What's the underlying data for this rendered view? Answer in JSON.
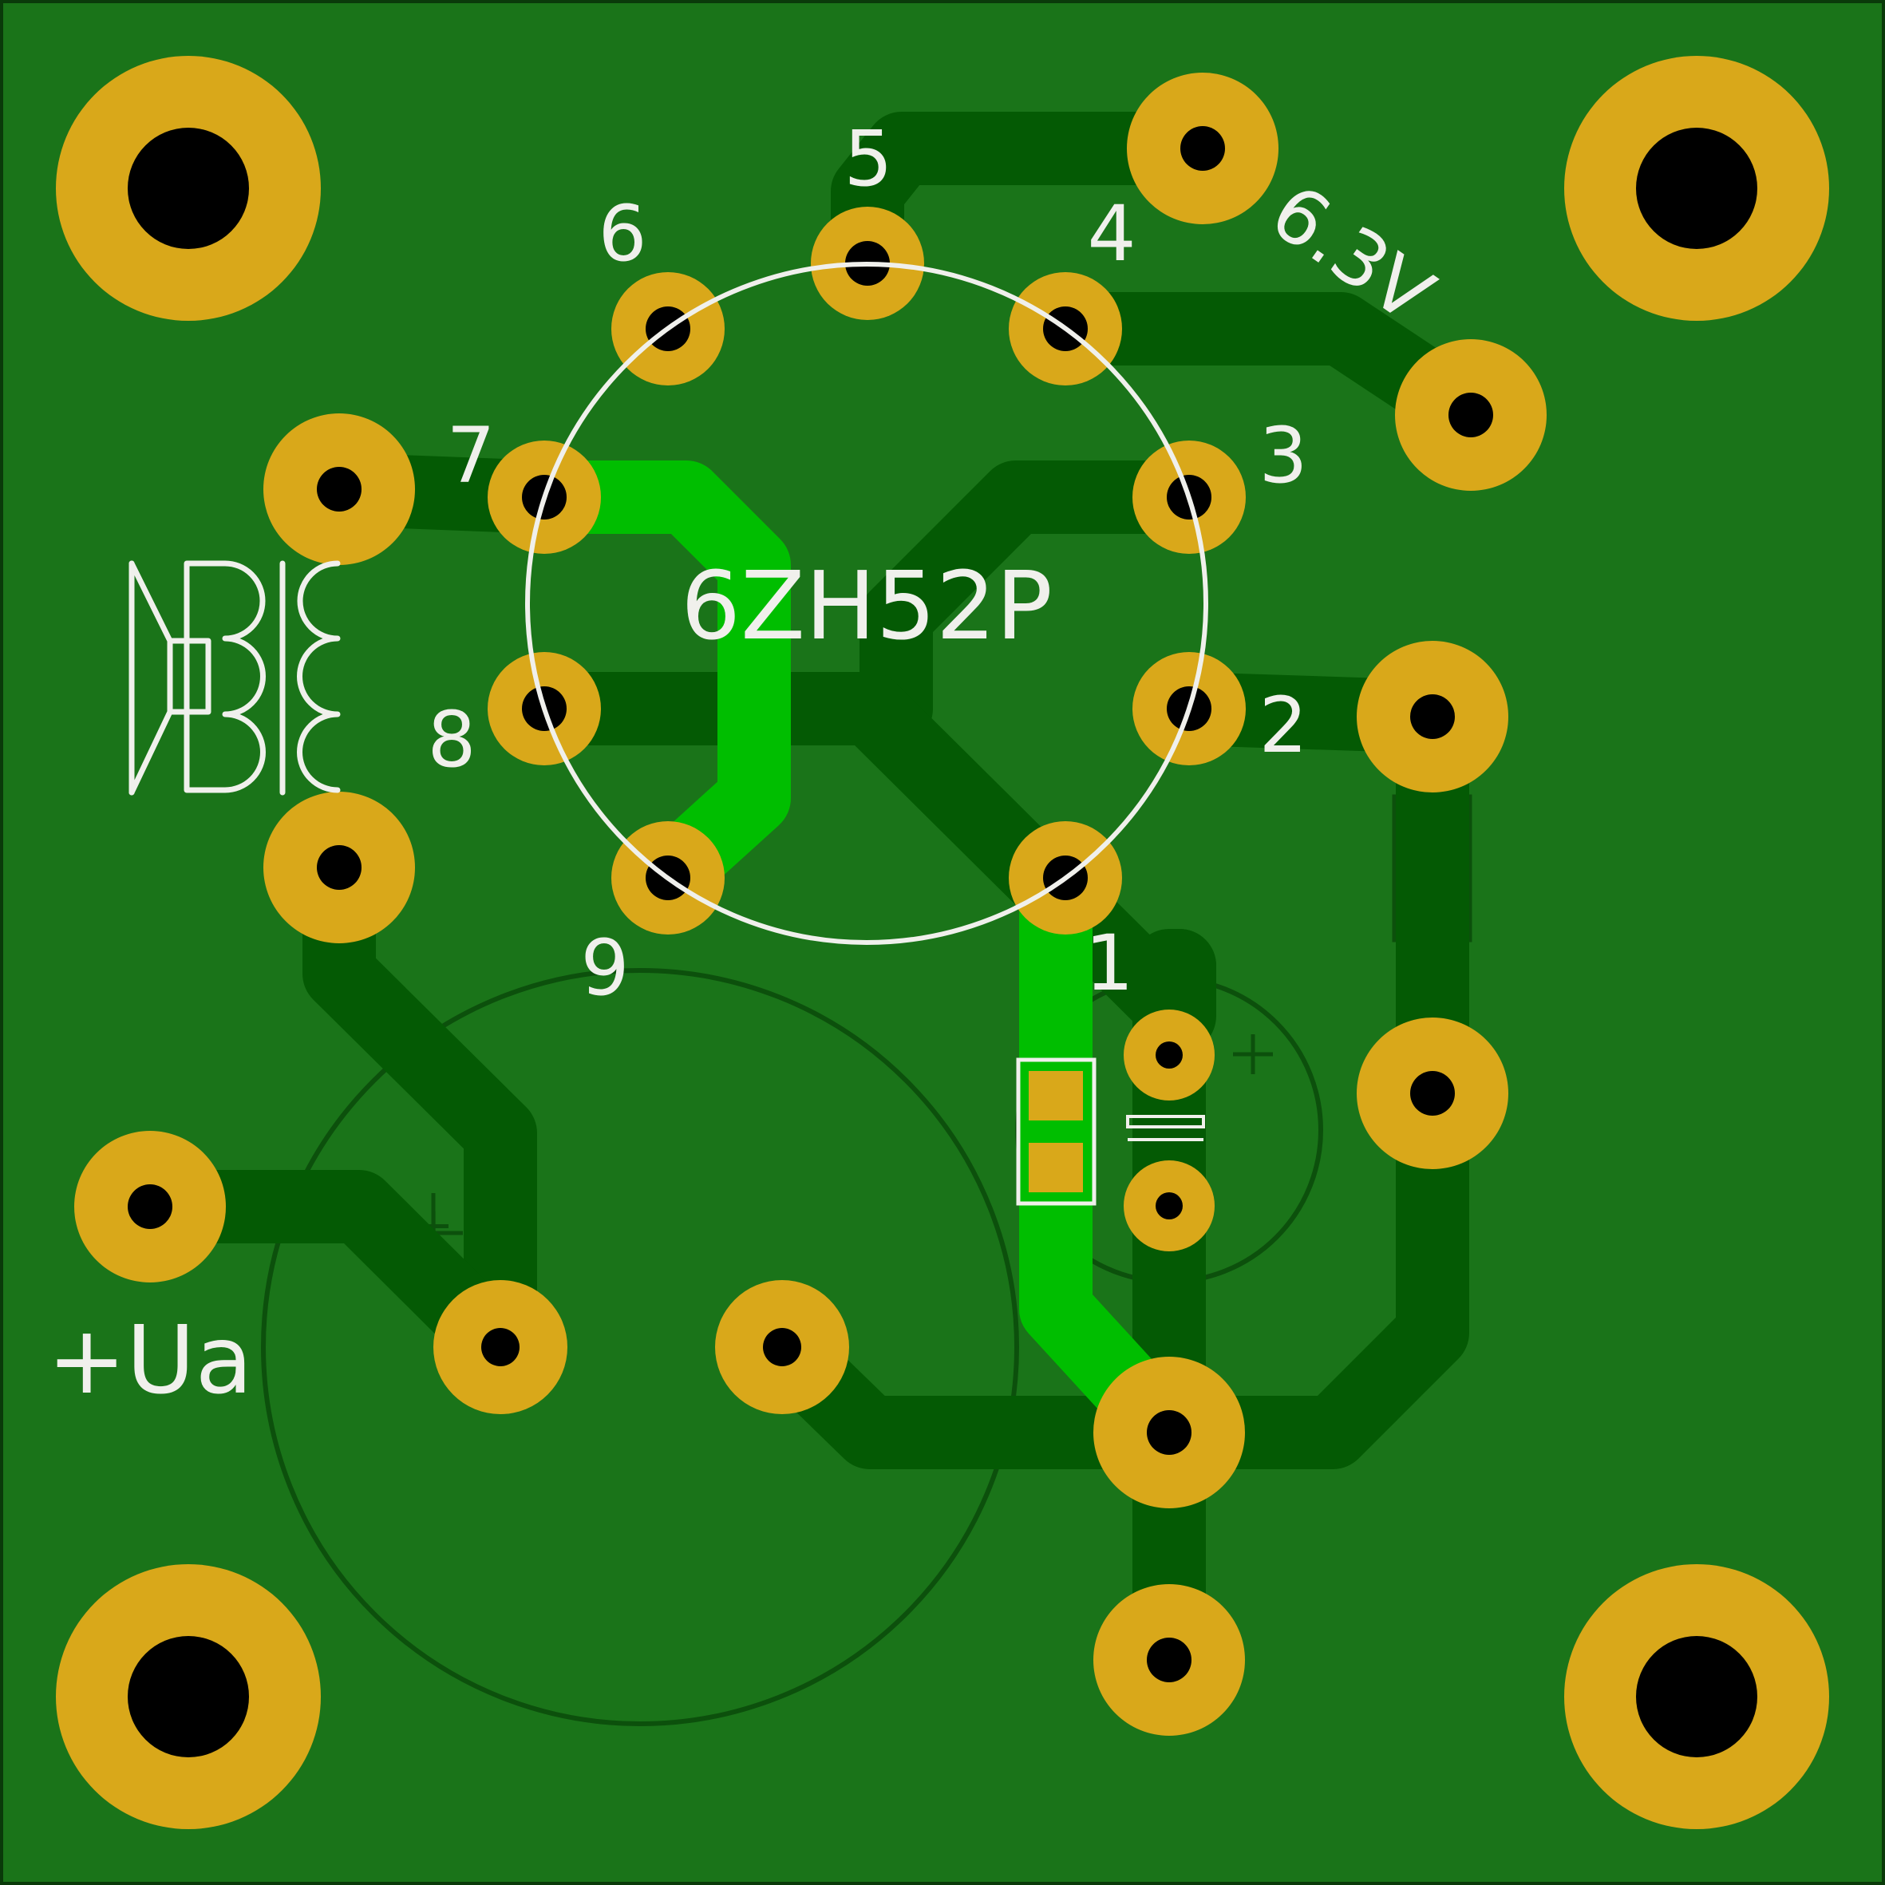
{
  "board": {
    "colors": {
      "substrate": "#1a7419",
      "outline": "#0a3a0a",
      "trace_bottom": "#045a04",
      "trace_top": "#00be00",
      "pad": "#d9a81a",
      "drill": "#000000",
      "silkscreen": "#f0f0ec",
      "courtyard": "#0c500c"
    },
    "tube_label": "6ZH52P",
    "pin_labels": [
      "1",
      "2",
      "3",
      "4",
      "5",
      "6",
      "7",
      "8",
      "9"
    ],
    "heater_label": "6.3V",
    "supply_label": "+Ua",
    "capacitor_polarity_label": "+",
    "capacitor_polarity_label_large": "+",
    "logo_icon": "ab-monogram-logo-icon"
  }
}
